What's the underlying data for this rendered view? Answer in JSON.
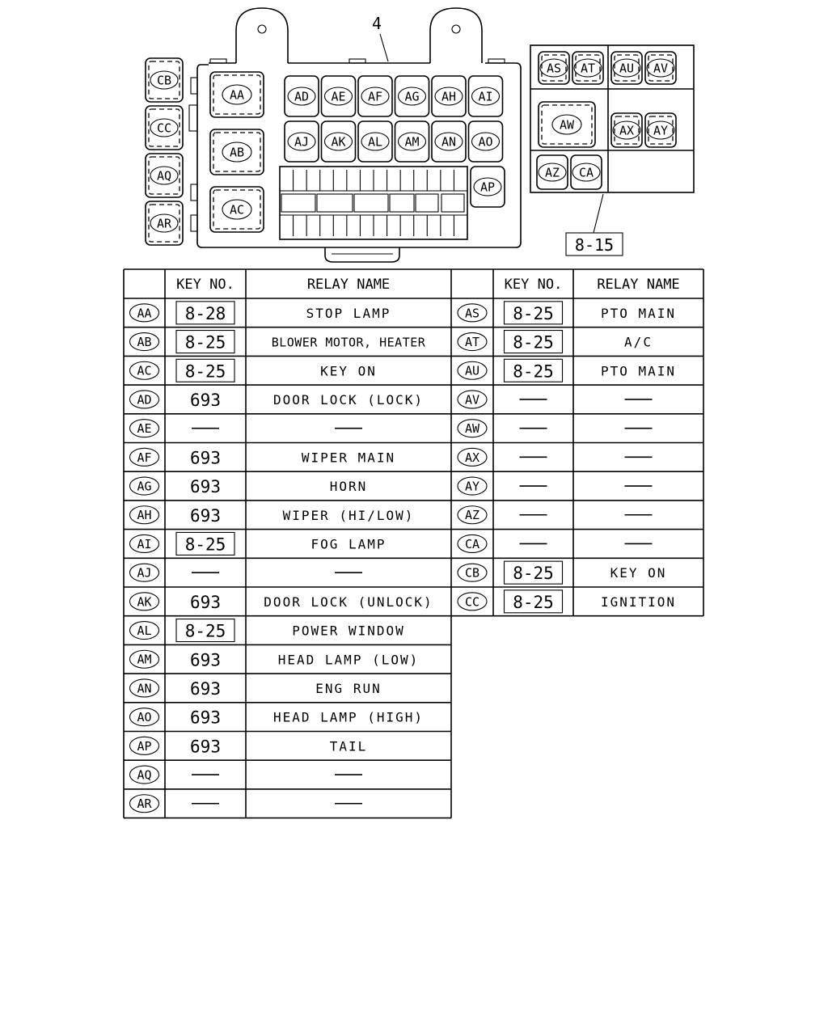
{
  "callouts": {
    "part_number": "4",
    "ref_key": "8-15"
  },
  "main_box": {
    "left_relays": [
      "CB",
      "CC",
      "AQ",
      "AR"
    ],
    "large_relays": [
      "AA",
      "AB",
      "AC"
    ],
    "top_row": [
      "AD",
      "AE",
      "AF",
      "AG",
      "AH",
      "AI"
    ],
    "second_row": [
      "AJ",
      "AK",
      "AL",
      "AM",
      "AN",
      "AO"
    ],
    "side_relay": "AP"
  },
  "sub_box": {
    "row1": [
      "AS",
      "AT",
      "AU",
      "AV"
    ],
    "row2": [
      "AW",
      "AX",
      "AY"
    ],
    "row3": [
      "AZ",
      "CA"
    ]
  },
  "table": {
    "headers": {
      "key_no": "KEY NO.",
      "relay_name": "RELAY NAME"
    },
    "left_rows": [
      {
        "id": "AA",
        "key": "8-28",
        "boxed": true,
        "name": "STOP LAMP"
      },
      {
        "id": "AB",
        "key": "8-25",
        "boxed": true,
        "name": "BLOWER MOTOR, HEATER"
      },
      {
        "id": "AC",
        "key": "8-25",
        "boxed": true,
        "name": "KEY ON"
      },
      {
        "id": "AD",
        "key": "693",
        "boxed": false,
        "name": "DOOR LOCK (LOCK)"
      },
      {
        "id": "AE",
        "key": "—",
        "boxed": false,
        "name": "—"
      },
      {
        "id": "AF",
        "key": "693",
        "boxed": false,
        "name": "WIPER MAIN"
      },
      {
        "id": "AG",
        "key": "693",
        "boxed": false,
        "name": "HORN"
      },
      {
        "id": "AH",
        "key": "693",
        "boxed": false,
        "name": "WIPER (HI/LOW)"
      },
      {
        "id": "AI",
        "key": "8-25",
        "boxed": true,
        "name": "FOG LAMP"
      },
      {
        "id": "AJ",
        "key": "—",
        "boxed": false,
        "name": "—"
      },
      {
        "id": "AK",
        "key": "693",
        "boxed": false,
        "name": "DOOR LOCK (UNLOCK)"
      },
      {
        "id": "AL",
        "key": "8-25",
        "boxed": true,
        "name": "POWER WINDOW"
      },
      {
        "id": "AM",
        "key": "693",
        "boxed": false,
        "name": "HEAD LAMP (LOW)"
      },
      {
        "id": "AN",
        "key": "693",
        "boxed": false,
        "name": "ENG RUN"
      },
      {
        "id": "AO",
        "key": "693",
        "boxed": false,
        "name": "HEAD LAMP (HIGH)"
      },
      {
        "id": "AP",
        "key": "693",
        "boxed": false,
        "name": "TAIL"
      },
      {
        "id": "AQ",
        "key": "—",
        "boxed": false,
        "name": "—"
      },
      {
        "id": "AR",
        "key": "—",
        "boxed": false,
        "name": "—"
      }
    ],
    "right_rows": [
      {
        "id": "AS",
        "key": "8-25",
        "boxed": true,
        "name": "PTO MAIN"
      },
      {
        "id": "AT",
        "key": "8-25",
        "boxed": true,
        "name": "A/C"
      },
      {
        "id": "AU",
        "key": "8-25",
        "boxed": true,
        "name": "PTO MAIN"
      },
      {
        "id": "AV",
        "key": "—",
        "boxed": false,
        "name": "—"
      },
      {
        "id": "AW",
        "key": "—",
        "boxed": false,
        "name": "—"
      },
      {
        "id": "AX",
        "key": "—",
        "boxed": false,
        "name": "—"
      },
      {
        "id": "AY",
        "key": "—",
        "boxed": false,
        "name": "—"
      },
      {
        "id": "AZ",
        "key": "—",
        "boxed": false,
        "name": "—"
      },
      {
        "id": "CA",
        "key": "—",
        "boxed": false,
        "name": "—"
      },
      {
        "id": "CB",
        "key": "8-25",
        "boxed": true,
        "name": "KEY ON"
      },
      {
        "id": "CC",
        "key": "8-25",
        "boxed": true,
        "name": "IGNITION"
      }
    ]
  }
}
